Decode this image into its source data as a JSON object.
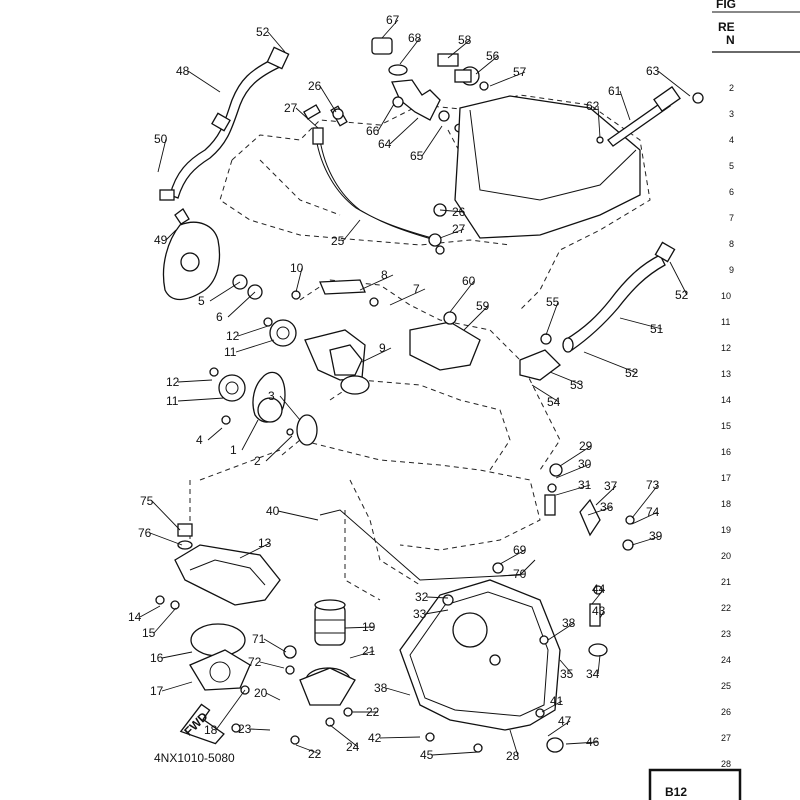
{
  "header": {
    "fig": "FIG",
    "ref": "RE",
    "no": "N"
  },
  "side_numbers": [
    "2",
    "3",
    "4",
    "5",
    "6",
    "7",
    "8",
    "9",
    "10",
    "11",
    "12",
    "13",
    "14",
    "15",
    "16",
    "17",
    "18",
    "19",
    "20",
    "21",
    "22",
    "23",
    "24",
    "25",
    "26",
    "27",
    "28"
  ],
  "callouts": [
    "52",
    "48",
    "50",
    "49",
    "26",
    "27",
    "67",
    "68",
    "58",
    "56",
    "57",
    "66",
    "64",
    "65",
    "63",
    "61",
    "62",
    "26",
    "27",
    "25",
    "5",
    "6",
    "10",
    "8",
    "7",
    "60",
    "55",
    "59",
    "52",
    "51",
    "12",
    "11",
    "9",
    "52",
    "53",
    "12",
    "11",
    "4",
    "1",
    "3",
    "2",
    "54",
    "29",
    "30",
    "31",
    "37",
    "36",
    "73",
    "74",
    "39",
    "75",
    "76",
    "13",
    "40",
    "69",
    "70",
    "32",
    "33",
    "44",
    "43",
    "14",
    "15",
    "19",
    "38",
    "16",
    "71",
    "72",
    "21",
    "35",
    "34",
    "17",
    "20",
    "22",
    "38",
    "41",
    "18",
    "23",
    "24",
    "22",
    "42",
    "47",
    "46",
    "45",
    "28"
  ],
  "footer": {
    "part_code": "4NX1010-5080",
    "figure_id": "B12"
  },
  "annotation": {
    "fwd": "FWD"
  },
  "colors": {
    "ink": "#111111",
    "paper": "#ffffff"
  }
}
